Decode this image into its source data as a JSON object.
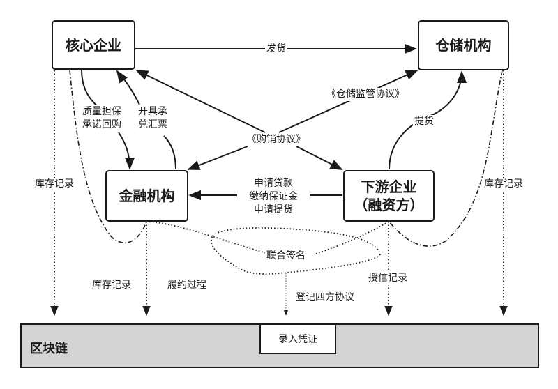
{
  "nodes": {
    "core": "核心企业",
    "warehouse": "仓储机构",
    "finance": "金融机构",
    "downstream_line1": "下游企业",
    "downstream_line2": "（融资方）",
    "blockchain": "区块链",
    "voucher": "录入凭证"
  },
  "edges": {
    "ship": "发货",
    "warehouse_agreement": "《仓储监管协议》",
    "sales_agreement": "《购销协议》",
    "pickup": "提货",
    "guarantee_line1": "质量担保",
    "guarantee_line2": "承诺回购",
    "bill_line1": "开具承",
    "bill_line2": "兑汇票",
    "apply_line1": "申请贷款",
    "apply_line2": "缴纳保证金",
    "apply_line3": "申请提货",
    "joint_sign": "联合签名",
    "inventory_left": "库存记录",
    "inventory_finance": "库存记录",
    "performance": "履约过程",
    "register": "登记四方协议",
    "credit": "授信记录",
    "inventory_right": "库存记录"
  },
  "colors": {
    "line": "#1a1a1a",
    "chain_fill": "#d4d4d4",
    "background": "#ffffff"
  }
}
